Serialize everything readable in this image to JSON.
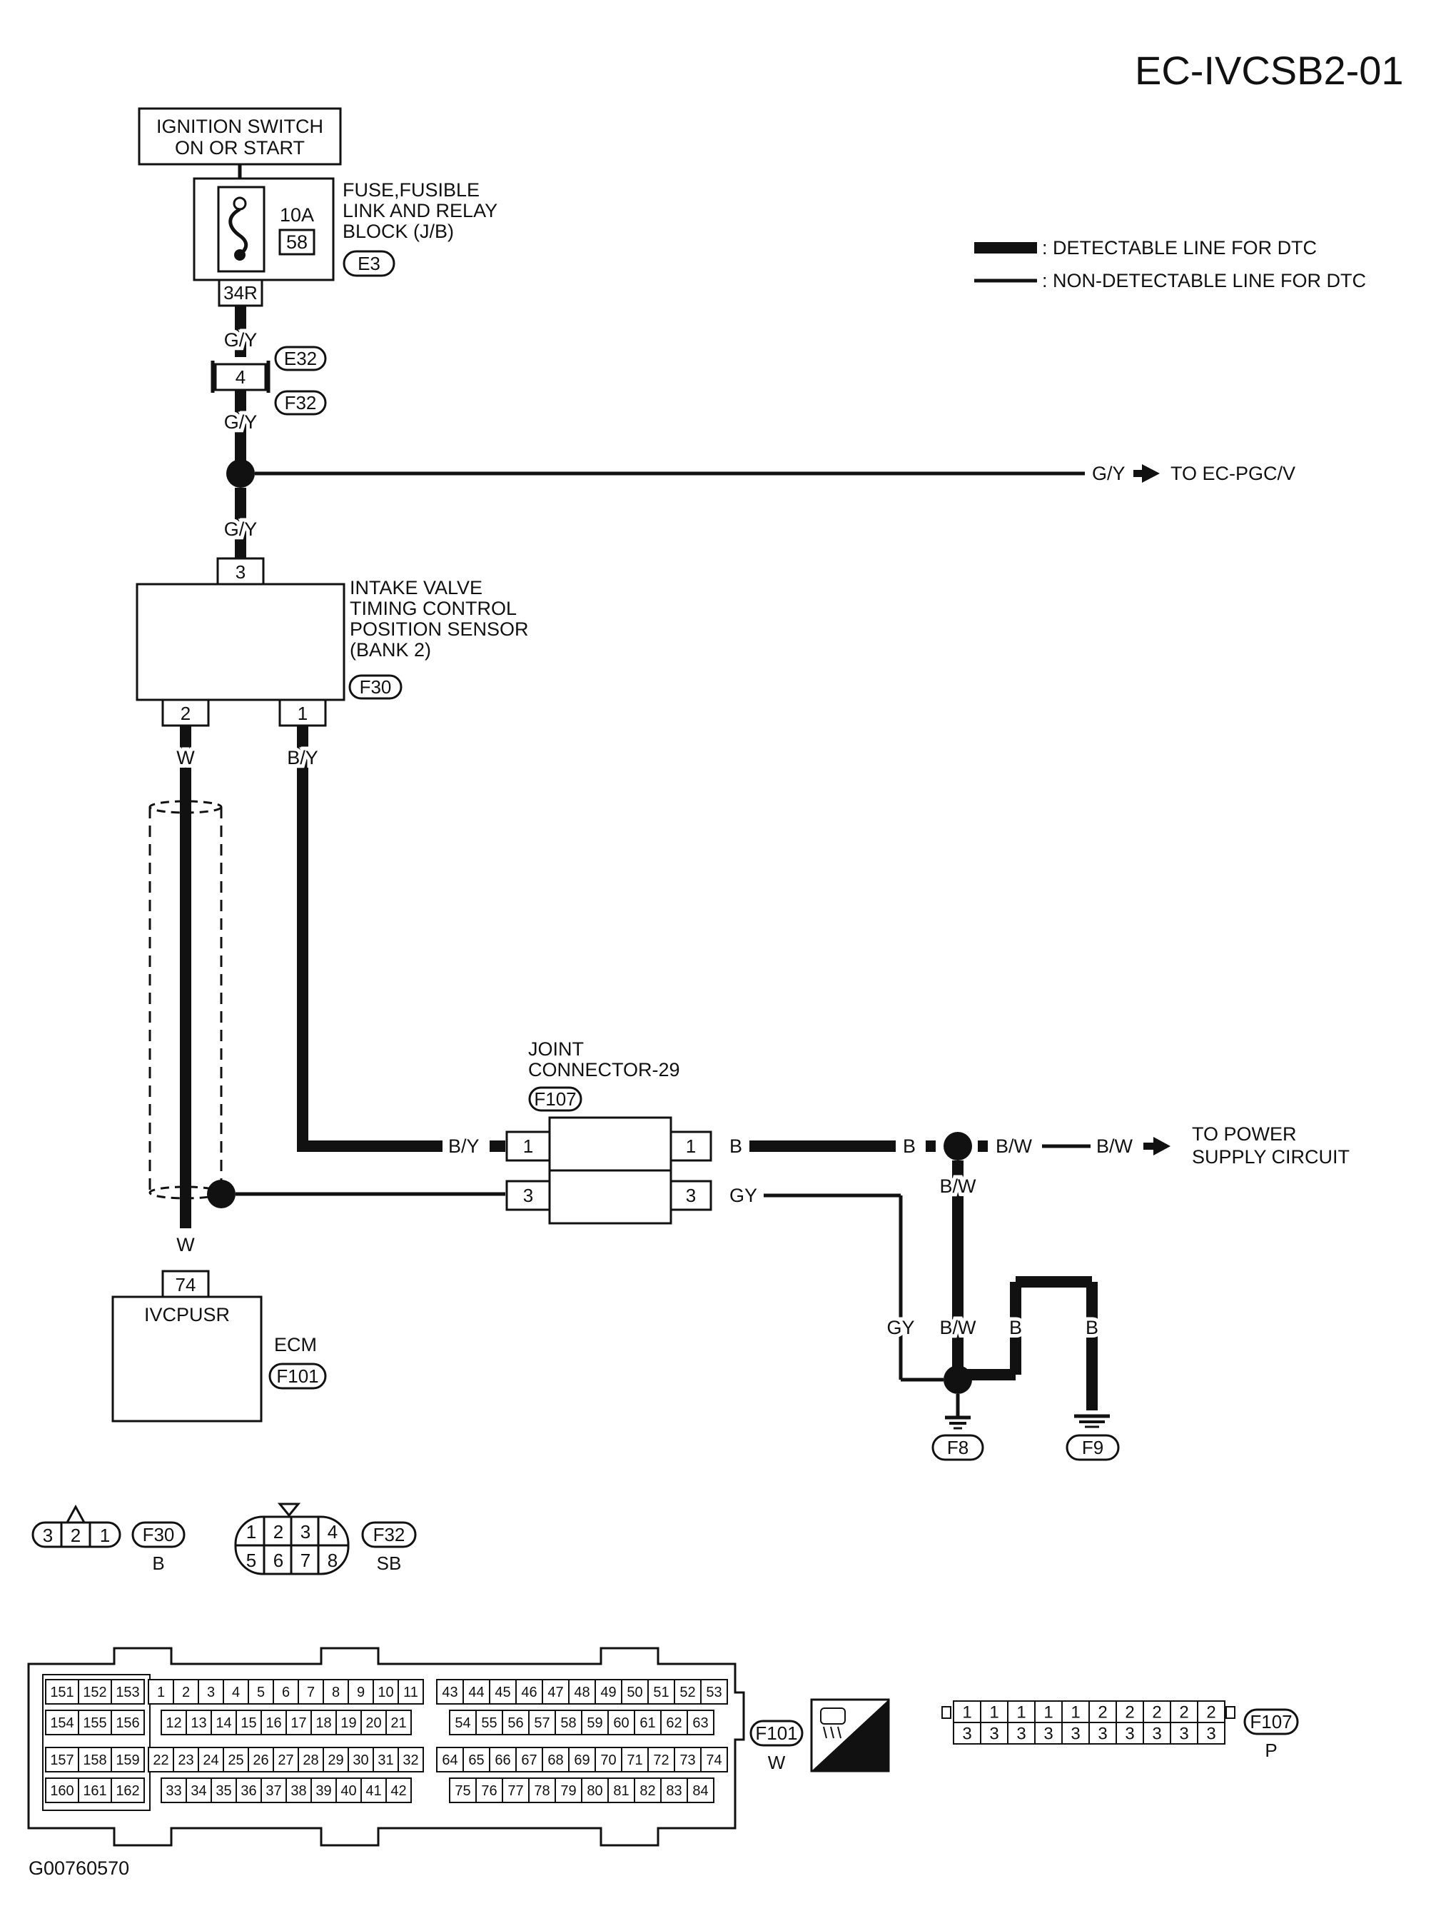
{
  "title": "EC-IVCSB2-01",
  "footer_code": "G00760570",
  "legend": {
    "detectable": ": DETECTABLE LINE FOR DTC",
    "non_detectable": ": NON-DETECTABLE LINE FOR DTC"
  },
  "ignition": {
    "line1": "IGNITION SWITCH",
    "line2": "ON OR START"
  },
  "fuse_block": {
    "line1": "FUSE,FUSIBLE",
    "line2": "LINK AND RELAY",
    "line3": "BLOCK (J/B)",
    "rating": "10A",
    "fuse_no": "58",
    "connector": "E3",
    "pin": "34R"
  },
  "wires": {
    "gy1": "G/Y",
    "gy2": "G/Y",
    "gy3": "G/Y",
    "gy_to": "G/Y",
    "w1": "W",
    "w2": "W",
    "by1": "B/Y",
    "by2": "B/Y",
    "b1": "B",
    "b2": "B",
    "bw1": "B/W",
    "bw2": "B/W",
    "bw3": "B/W",
    "bw4": "B/W",
    "gy_a": "GY",
    "gy_b": "GY",
    "b3": "B",
    "b4": "B"
  },
  "inline": {
    "pin": "4",
    "conn_upper": "E32",
    "conn_lower": "F32"
  },
  "to_pgcv": "TO EC-PGC/V",
  "sensor": {
    "line1": "INTAKE VALVE",
    "line2": "TIMING CONTROL",
    "line3": "POSITION SENSOR",
    "line4": "(BANK 2)",
    "connector": "F30",
    "pin3": "3",
    "pin2": "2",
    "pin1": "1"
  },
  "joint": {
    "line1": "JOINT",
    "line2": "CONNECTOR-29",
    "connector": "F107",
    "pin1a": "1",
    "pin3a": "3",
    "pin1b": "1",
    "pin3b": "3"
  },
  "power": {
    "line1": "TO POWER",
    "line2": "SUPPLY CIRCUIT"
  },
  "ecm": {
    "pin": "74",
    "signal": "IVCPUSR",
    "name": "ECM",
    "connector": "F101"
  },
  "grounds": {
    "g1": "F8",
    "g2": "F9"
  },
  "connectors": {
    "f30": {
      "id": "F30",
      "color": "B",
      "pins": [
        "3",
        "2",
        "1"
      ]
    },
    "f32": {
      "id": "F32",
      "color": "SB",
      "pins": [
        "1",
        "2",
        "3",
        "4",
        "5",
        "6",
        "7",
        "8"
      ]
    },
    "f101": {
      "id": "F101",
      "color": "W",
      "hs": "H.S."
    },
    "f107": {
      "id": "F107",
      "color": "P",
      "top": [
        "1",
        "1",
        "1",
        "1",
        "1",
        "2",
        "2",
        "2",
        "2",
        "2"
      ],
      "bottom": [
        "3",
        "3",
        "3",
        "3",
        "3",
        "3",
        "3",
        "3",
        "3",
        "3"
      ]
    }
  },
  "ecm_pins": {
    "left_rows": [
      [
        "151",
        "152",
        "153"
      ],
      [
        "154",
        "155",
        "156"
      ],
      [
        "157",
        "158",
        "159"
      ],
      [
        "160",
        "161",
        "162"
      ]
    ],
    "mid_row1": [
      "1",
      "2",
      "3",
      "4",
      "5",
      "6",
      "7",
      "8",
      "9",
      "10",
      "11"
    ],
    "mid_row2": [
      "12",
      "13",
      "14",
      "15",
      "16",
      "17",
      "18",
      "19",
      "20",
      "21"
    ],
    "mid_row3": [
      "22",
      "23",
      "24",
      "25",
      "26",
      "27",
      "28",
      "29",
      "30",
      "31",
      "32"
    ],
    "mid_row4": [
      "33",
      "34",
      "35",
      "36",
      "37",
      "38",
      "39",
      "40",
      "41",
      "42"
    ],
    "right_row1": [
      "43",
      "44",
      "45",
      "46",
      "47",
      "48",
      "49",
      "50",
      "51",
      "52",
      "53"
    ],
    "right_row2": [
      "54",
      "55",
      "56",
      "57",
      "58",
      "59",
      "60",
      "61",
      "62",
      "63"
    ],
    "right_row3": [
      "64",
      "65",
      "66",
      "67",
      "68",
      "69",
      "70",
      "71",
      "72",
      "73",
      "74"
    ],
    "right_row4": [
      "75",
      "76",
      "77",
      "78",
      "79",
      "80",
      "81",
      "82",
      "83",
      "84"
    ]
  }
}
